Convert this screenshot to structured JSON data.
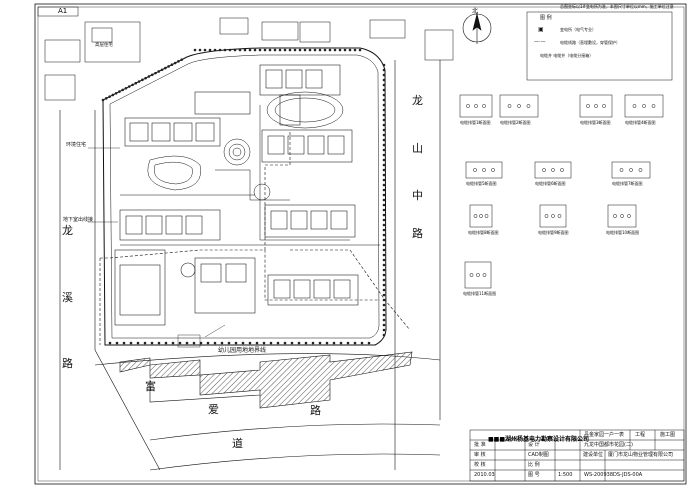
{
  "sheet": {
    "zone": "A1",
    "north_label": "北",
    "top_note": "总图坐标以1#变电所为准，本图尺寸单位以mm，施工单位注意"
  },
  "roads": {
    "east": [
      "龙",
      "山",
      "中",
      "路"
    ],
    "west": [
      "龙",
      "溪",
      "路"
    ],
    "south": [
      "富",
      "爱",
      "路",
      "道"
    ]
  },
  "site_labels": {
    "bldg_nw": "高层住宅",
    "callout_a": "环境住宅",
    "callout_b": "地下室出线接",
    "kindergarten": "幼儿园用地地界线"
  },
  "legend": {
    "title": "图 例",
    "rows": [
      {
        "symbol": "▣",
        "text": "变电所（电气专业）"
      },
      {
        "symbol": "—·—",
        "text": "电缆线路（直埋敷设，穿管保护）"
      },
      {
        "symbol": "",
        "text": "电缆井 电缆井（电缆分接箱）"
      }
    ]
  },
  "details": [
    "电缆排管1断面图",
    "电缆排管2断面图",
    "电缆排管3断面图",
    "电缆排管4断面图",
    "电缆排管5断面图",
    "电缆排管6断面图",
    "电缆排管7断面图",
    "电缆排管8断面图",
    "电缆排管9断面图",
    "电缆排管10断面图",
    "电缆排管11断面图"
  ],
  "title_block": {
    "company": "■■■湖州杨基电力勘察设计有限公司",
    "project": "丹金家园一户一表",
    "drawing_title": "九龙中国都市花园(二)",
    "stage": "工程",
    "stage_value": "施工图",
    "client_label": "建设单位",
    "client": "厦门市龙山物业管理有限公司",
    "rows_left": [
      "批 准",
      "审 核",
      "校 核"
    ],
    "rows_mid": [
      "设 计",
      "CAD制图",
      "比 例"
    ],
    "scale": "1:500",
    "drawing_no_label": "图 号",
    "drawing_no": "WS-200938DS-JDS-00A",
    "date": "2010.03"
  },
  "colors": {
    "line": "#111111",
    "hatch": "#555555",
    "trees": "#222222"
  }
}
